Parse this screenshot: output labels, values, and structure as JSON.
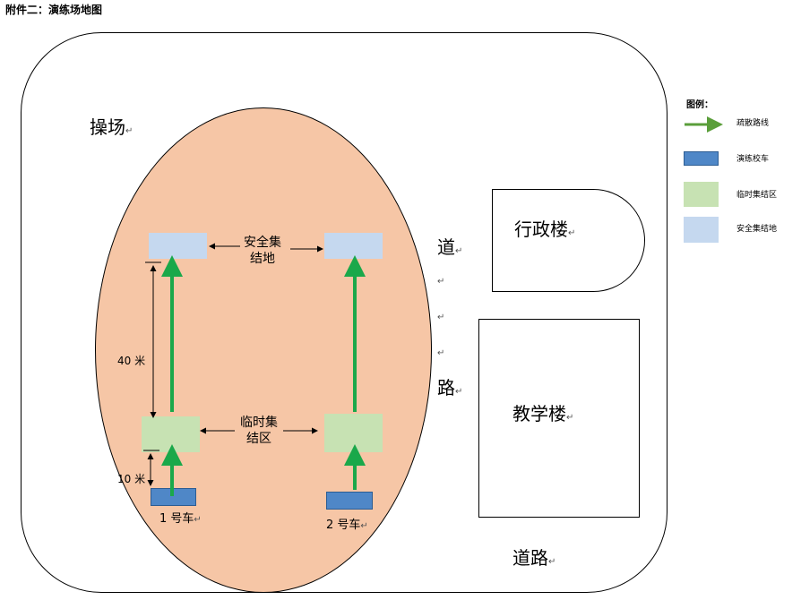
{
  "title": "附件二：演练场地图",
  "labels": {
    "playground": "操场",
    "road_side_1": "道",
    "road_side_2": "路",
    "road_bottom": "道路",
    "admin_building": "行政楼",
    "teaching_building": "教学楼",
    "safe_assembly": "安全集\n结地",
    "temp_assembly": "临时集\n结区",
    "dist_40": "40 米",
    "dist_10": "10 米",
    "car1": "1 号车",
    "car2": "2 号车",
    "para_mark": "↵"
  },
  "legend": {
    "title": "图例：",
    "items": [
      {
        "label": "疏散路线",
        "kind": "arrow",
        "color": "#5a9e3a"
      },
      {
        "label": "演练校车",
        "kind": "box",
        "color": "#4f87c7"
      },
      {
        "label": "临时集结区",
        "kind": "box",
        "color": "#c7e2b3"
      },
      {
        "label": "安全集结地",
        "kind": "box",
        "color": "#c5d8ef"
      }
    ]
  },
  "colors": {
    "field": "#f6c6a6",
    "evac_arrow": "#1aa84a",
    "safe_area": "#c5d8ef",
    "temp_area": "#c7e2b3",
    "bus": "#4f87c7"
  }
}
